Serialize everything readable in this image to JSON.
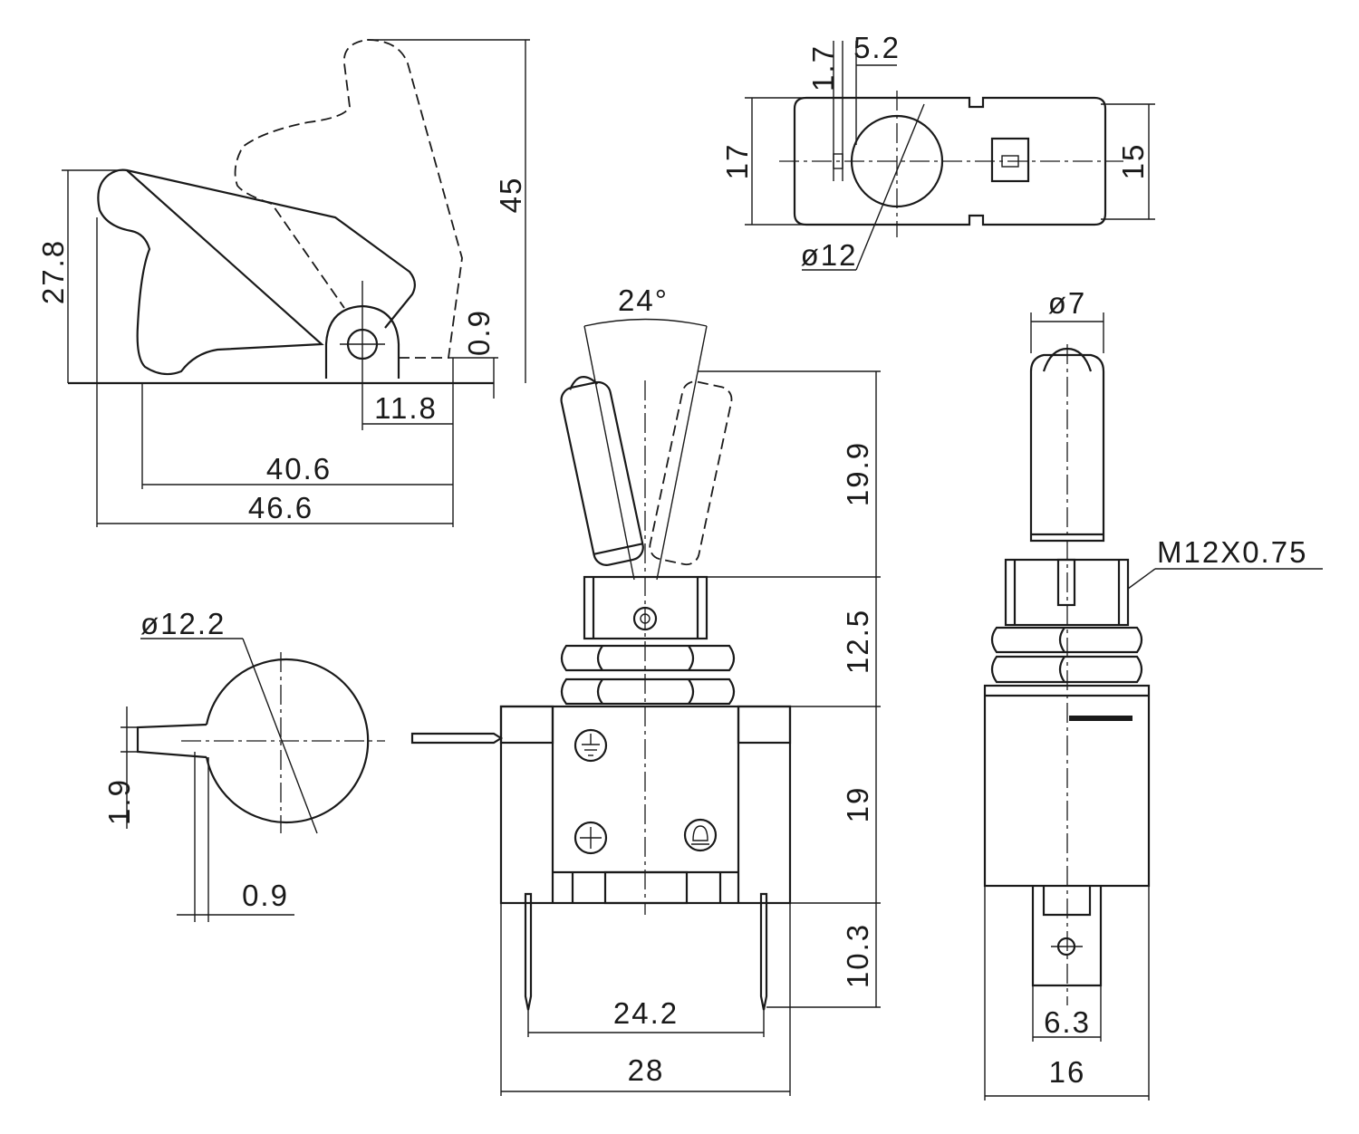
{
  "drawing": {
    "cover_view": {
      "height_open": "45",
      "height_closed": "27.8",
      "gap": "0.9",
      "pivot_offset": "11.8",
      "base_length": "40.6",
      "total_length": "46.6"
    },
    "top_view": {
      "offset": "1.7",
      "slot": "5.2",
      "width_outer": "17",
      "width_inner": "15",
      "hole_diameter": "ø12"
    },
    "front_view": {
      "angle": "24°",
      "lever_height": "19.9",
      "bushing_height": "12.5",
      "body_height": "19",
      "pin_length": "10.3",
      "pin_spacing": "24.2",
      "body_width": "28"
    },
    "side_view": {
      "lever_diameter": "ø7",
      "thread": "M12X0.75",
      "terminal_width": "6.3",
      "body_depth": "16"
    },
    "mount_view": {
      "diameter": "ø12.2",
      "key_width": "1.9",
      "key_depth": "0.9"
    }
  }
}
